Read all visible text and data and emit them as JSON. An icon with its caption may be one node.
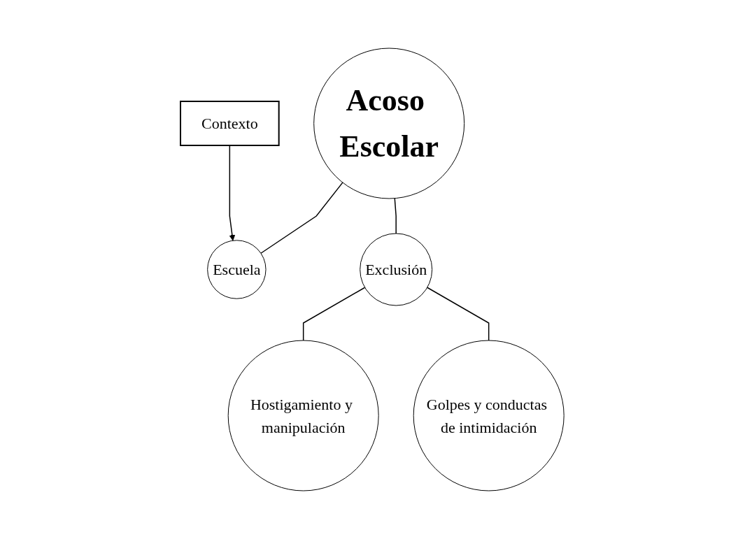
{
  "diagram": {
    "nodes": [
      {
        "text": [
          "Acoso Escolar"
        ]
      },
      {
        "text": [
          "Contexto"
        ]
      },
      {
        "text": [
          "Escuela"
        ]
      },
      {
        "text": [
          "Exclusión"
        ]
      },
      {
        "text": [
          "Hostigamiento y manipulación"
        ]
      },
      {
        "text": [
          "Golpes y conductas de intimidación"
        ]
      }
    ],
    "edges": [
      {
        "from": 0,
        "to": 2,
        "arrow": "none"
      },
      {
        "from": 1,
        "to": 2,
        "arrow": "to"
      },
      {
        "from": 0,
        "to": 3,
        "arrow": "none"
      },
      {
        "from": 3,
        "to": 4,
        "arrow": "none"
      },
      {
        "from": 3,
        "to": 5,
        "arrow": "none"
      }
    ]
  }
}
